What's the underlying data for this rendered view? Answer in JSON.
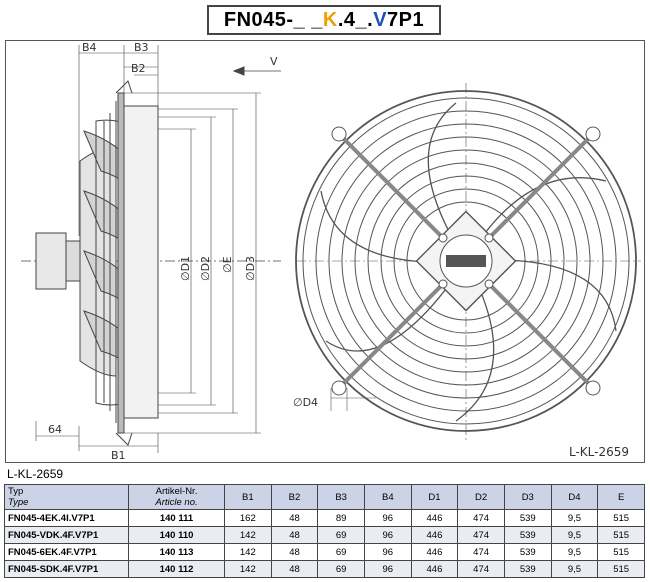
{
  "title": {
    "prefix": "FN045-_ _",
    "k": "K",
    "mid": ".4_.",
    "v": "V",
    "suffix": "7P1"
  },
  "colors": {
    "k": "#f0a000",
    "v": "#1f4fc0",
    "header_bg": "#ccd3e6"
  },
  "drawing": {
    "code_label": "L-KL-2659",
    "dims": {
      "b4": "B4",
      "b3": "B3",
      "b2": "B2",
      "v": "V",
      "d1": "∅D1",
      "d2": "∅D2",
      "e": "∅E",
      "d3": "∅D3",
      "d4": "∅D4",
      "sixtyfour": "64",
      "b1": "B1"
    }
  },
  "table_label": "L-KL-2659",
  "table": {
    "headers": {
      "type": "Typ",
      "type_it": "Type",
      "article": "Artikel-Nr.",
      "article_it": "Article no.",
      "cols": [
        "B1",
        "B2",
        "B3",
        "B4",
        "D1",
        "D2",
        "D3",
        "D4",
        "E"
      ]
    },
    "rows": [
      {
        "type": "FN045-4EK.4I.V7P1",
        "article": "140 111",
        "vals": [
          "162",
          "48",
          "89",
          "96",
          "446",
          "474",
          "539",
          "9,5",
          "515"
        ]
      },
      {
        "type": "FN045-VDK.4F.V7P1",
        "article": "140 110",
        "vals": [
          "142",
          "48",
          "69",
          "96",
          "446",
          "474",
          "539",
          "9,5",
          "515"
        ]
      },
      {
        "type": "FN045-6EK.4F.V7P1",
        "article": "140 113",
        "vals": [
          "142",
          "48",
          "69",
          "96",
          "446",
          "474",
          "539",
          "9,5",
          "515"
        ]
      },
      {
        "type": "FN045-SDK.4F.V7P1",
        "article": "140 112",
        "vals": [
          "142",
          "48",
          "69",
          "96",
          "446",
          "474",
          "539",
          "9,5",
          "515"
        ]
      }
    ]
  }
}
